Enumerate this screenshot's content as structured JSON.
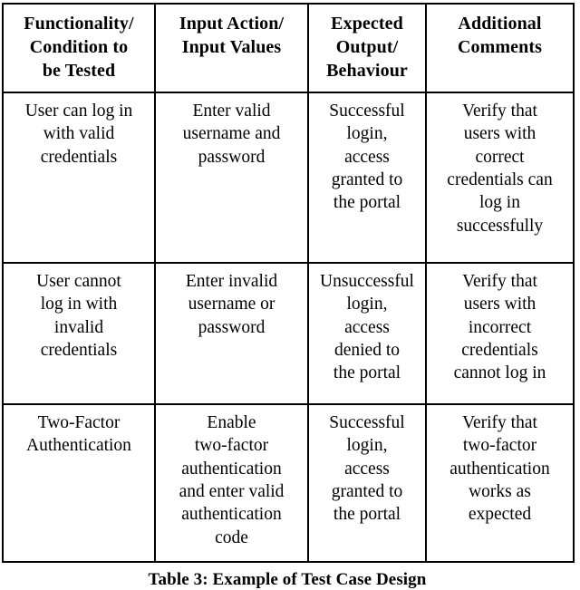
{
  "table": {
    "columns": [
      "Functionality/\nCondition to\nbe Tested",
      "Input Action/\nInput Values",
      "Expected\nOutput/\nBehaviour",
      "Additional\nComments"
    ],
    "rows": [
      {
        "functionality": "User can log in\nwith valid\ncredentials",
        "input_action": "Enter valid\nusername and\npassword",
        "expected_output": "Successful\nlogin,\naccess\ngranted to\nthe portal",
        "additional_comments": "Verify that\nusers with\ncorrect\ncredentials can\nlog in\nsuccessfully"
      },
      {
        "functionality": "User cannot\nlog in with\ninvalid\ncredentials",
        "input_action": "Enter invalid\nusername or\npassword",
        "expected_output": "Unsuccessful\nlogin,\naccess\ndenied to\nthe portal",
        "additional_comments": "Verify that\nusers with\nincorrect\ncredentials\ncannot log in"
      },
      {
        "functionality": "Two-Factor\nAuthentication",
        "input_action": "Enable\ntwo-factor\nauthentication\nand enter valid\nauthentication\ncode",
        "expected_output": "Successful\nlogin,\naccess\ngranted to\nthe portal",
        "additional_comments": "Verify that\ntwo-factor\nauthentication\nworks as\nexpected"
      }
    ],
    "caption": "Table 3: Example of Test Case Design"
  },
  "colors": {
    "text": "#000000",
    "background": "#ffffff",
    "border": "#000000"
  }
}
